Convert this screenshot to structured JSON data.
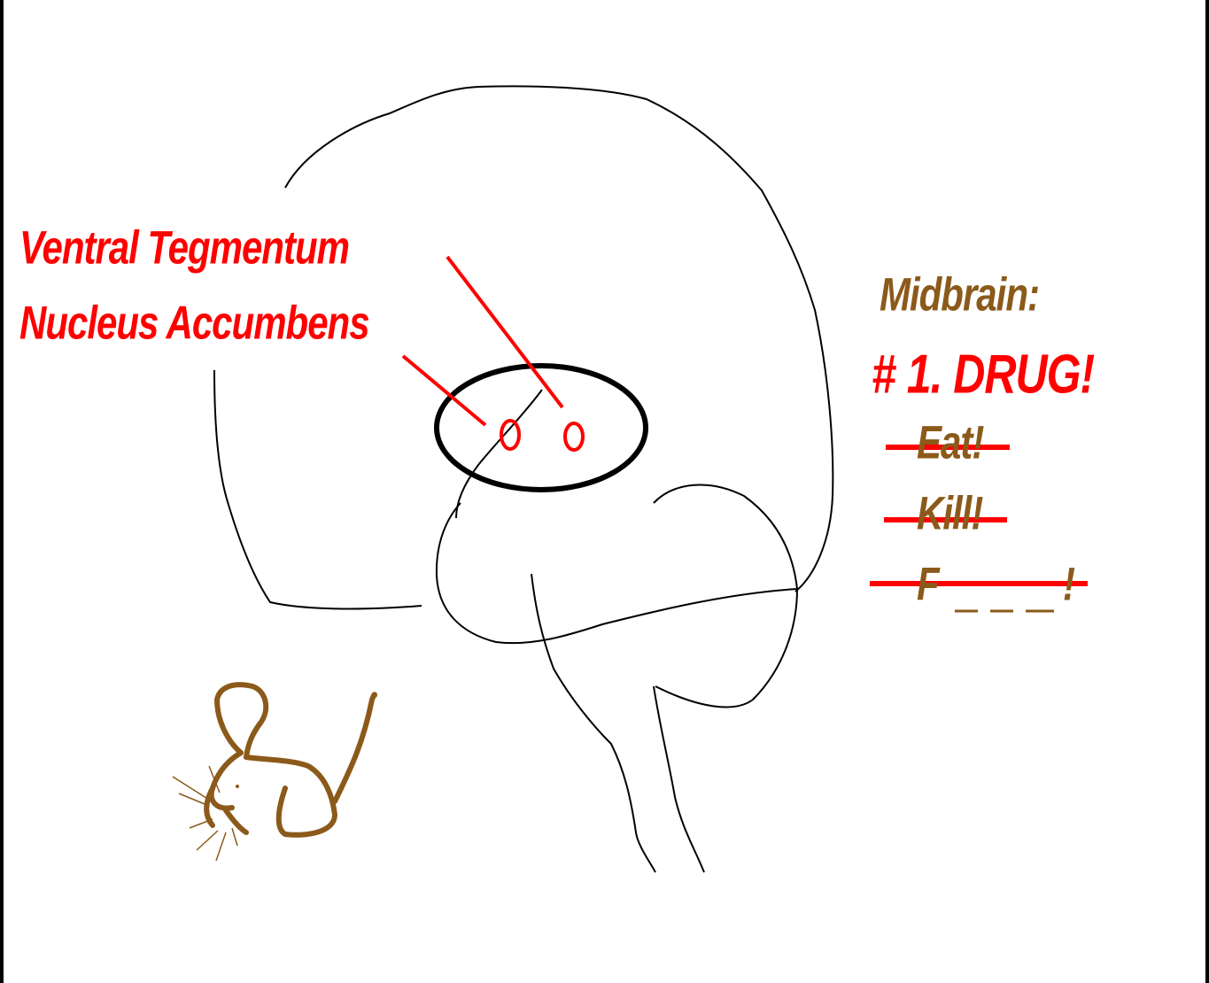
{
  "labels": {
    "ventral_tegmentum": "Ventral Tegmentum",
    "nucleus_accumbens": "Nucleus Accumbens",
    "midbrain": "Midbrain:",
    "drug": "# 1. DRUG!",
    "eat": "Eat!",
    "kill": "Kill!",
    "f_word": "F",
    "f_word_end": "!"
  },
  "colors": {
    "label_red": "#ff0000",
    "label_brown": "#8b5a1a",
    "outline": "#000000",
    "background": "#ffffff"
  },
  "icons": {
    "mouse": "mouse-drawing-icon",
    "brain": "brain-sagittal-outline"
  }
}
